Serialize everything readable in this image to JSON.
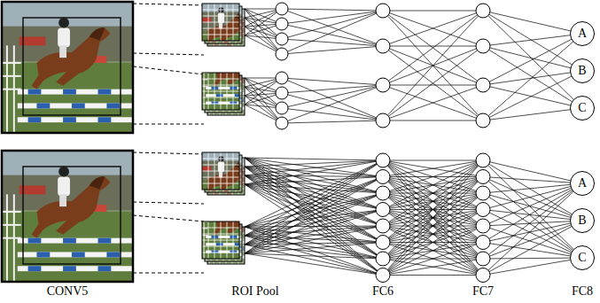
{
  "diagram": {
    "nodes": [
      {
        "text": [
          "A"
        ]
      },
      {
        "text": [
          "B"
        ]
      },
      {
        "text": [
          "C"
        ]
      },
      {
        "text": [
          "A"
        ]
      },
      {
        "text": [
          "B"
        ]
      },
      {
        "text": [
          "C"
        ]
      }
    ],
    "labels": [
      "CONV5",
      "ROI Pool",
      "FC6",
      "FC7",
      "FC8"
    ]
  }
}
